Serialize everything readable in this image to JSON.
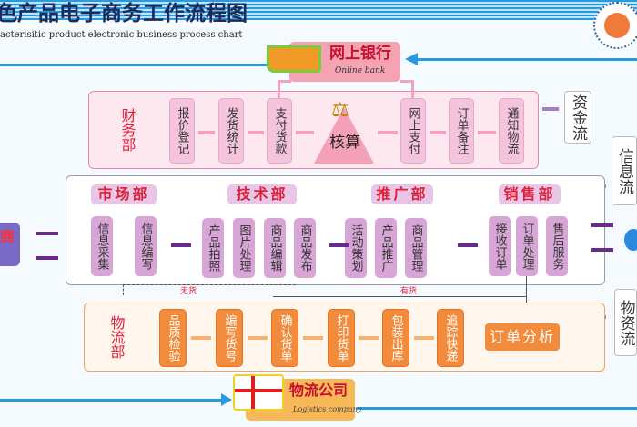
{
  "header": {
    "title": "色产品电子商务工作流程图",
    "subtitle": "acterisitic product electronic business process chart"
  },
  "bank": {
    "title": "网上银行",
    "subtitle": "Online bank"
  },
  "finance": {
    "dept": "财务部",
    "items": [
      "报价登记",
      "发货统计",
      "支付货款",
      "网上支付",
      "订单备注",
      "通知物流"
    ],
    "center": "核算"
  },
  "flows": {
    "capital": "资金流",
    "info": "信息流",
    "material": "物资流"
  },
  "middle": {
    "depts": [
      {
        "name": "市场部",
        "items": [
          "信息采集",
          "信息编写"
        ]
      },
      {
        "name": "技术部",
        "items": [
          "产品拍照",
          "图片处理",
          "商品编辑",
          "商品发布"
        ]
      },
      {
        "name": "推广部",
        "items": [
          "活动策划",
          "产品推广",
          "商品管理"
        ]
      },
      {
        "name": "销售部",
        "items": [
          "接收订单",
          "订单处理",
          "售后服务"
        ]
      }
    ]
  },
  "left_entity": "商",
  "stock": {
    "none": "无货",
    "have": "有货"
  },
  "logistics": {
    "dept": "物流部",
    "items": [
      "品质检验",
      "编写货号",
      "确认货单",
      "打印货单",
      "包装出库",
      "追踪快递"
    ],
    "analysis": "订单分析"
  },
  "company": {
    "title": "物流公司",
    "subtitle": "Logistics company"
  },
  "colors": {
    "finance": "#f3c4dc",
    "middle": "#d8a6d6",
    "logistics": "#f28c3c",
    "accent": "#1a9be0",
    "arrow": "#6a2a8a"
  }
}
